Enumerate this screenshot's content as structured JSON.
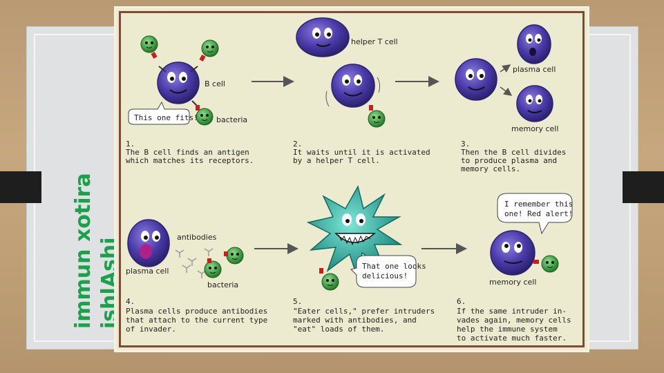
{
  "title": "immun xotira ishlAshi",
  "title_lines": [
    "immun xotira",
    "ishlAshi"
  ],
  "labels": {
    "b_cell": "B cell",
    "bacteria": "bacteria",
    "helper_t_cell": "helper T cell",
    "plasma_cell": "plasma cell",
    "memory_cell": "memory cell",
    "antibodies": "antibodies"
  },
  "bubbles": {
    "this_one_fits": "This one fits!",
    "that_one_looks": [
      "That one looks",
      "delicious!"
    ],
    "i_remember": [
      "I remember this",
      "one! Red alert!"
    ]
  },
  "steps": [
    {
      "num": "1.",
      "lines": [
        "The B cell finds an antigen",
        "which matches its receptors."
      ]
    },
    {
      "num": "2.",
      "lines": [
        "It waits until it is activated",
        "by a helper T cell."
      ]
    },
    {
      "num": "3.",
      "lines": [
        "Then the B cell divides",
        "to produce plasma and",
        "memory cells."
      ]
    },
    {
      "num": "4.",
      "lines": [
        "Plasma cells produce antibodies",
        "that attach to the current type",
        "of invader."
      ]
    },
    {
      "num": "5.",
      "lines": [
        "\"Eater cells,\" prefer intruders",
        "marked with antibodies, and",
        "\"eat\" loads of them."
      ]
    },
    {
      "num": "6.",
      "lines": [
        "If the same intruder in-",
        "vades again, memory cells",
        "help the immune system",
        "to activate much faster."
      ]
    }
  ],
  "colors": {
    "cell": "#4a3aa8",
    "bacteria": "#3aa53a",
    "eater": "#2aa59a",
    "frame": "#7e4a37",
    "title": "#1aa24a"
  }
}
